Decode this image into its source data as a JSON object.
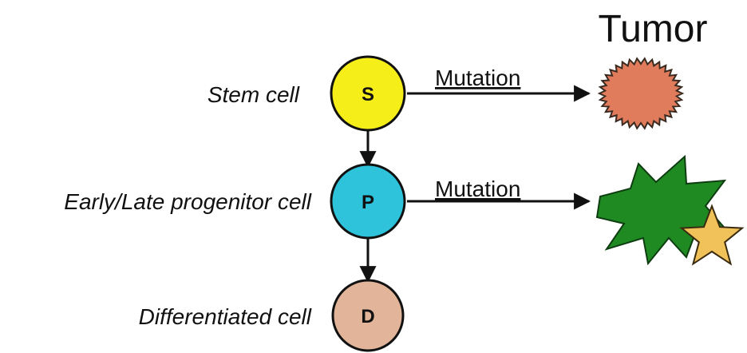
{
  "title": "Tumor",
  "cells": {
    "stem": {
      "label": "Stem cell",
      "letter": "S",
      "color": "#f5ee18"
    },
    "progenitor": {
      "label": "Early/Late progenitor cell",
      "letter": "P",
      "color": "#2ec3da"
    },
    "differentiated": {
      "label": "Differentiated cell",
      "letter": "D",
      "color": "#e2b59a"
    }
  },
  "mutations": {
    "stem": "Mutation",
    "progenitor": "Mutation"
  },
  "tumors": {
    "round_color": "#e07b5c",
    "jagged_color": "#1f8a22",
    "star_color": "#f2c25a"
  }
}
